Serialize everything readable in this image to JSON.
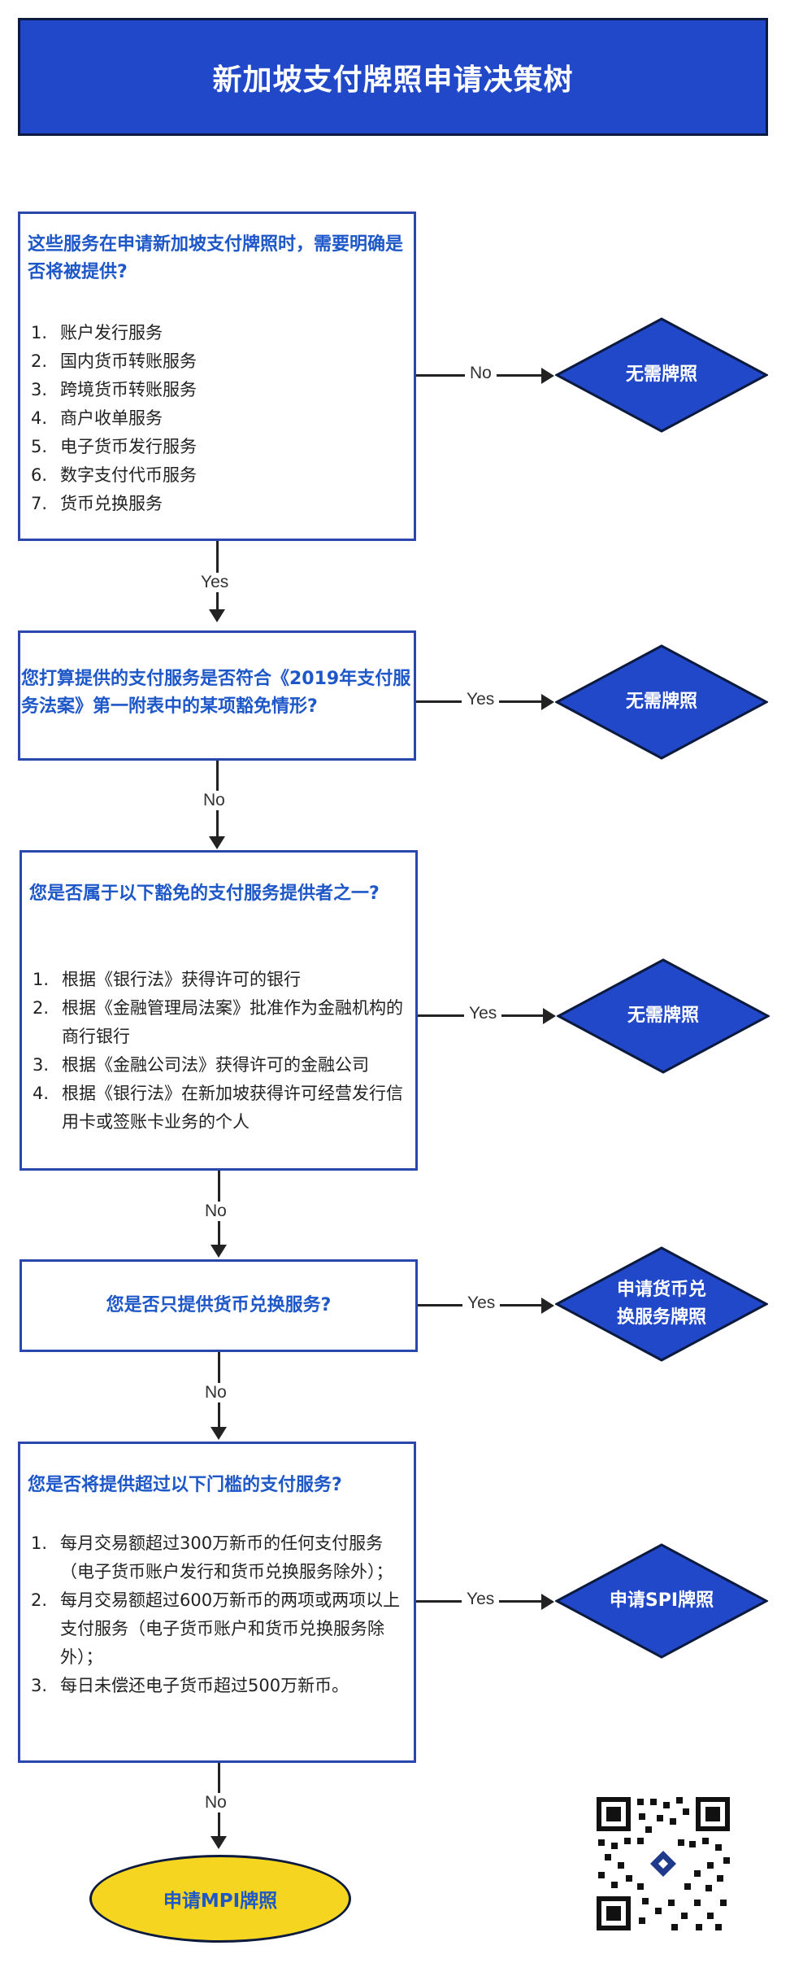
{
  "title": "新加坡支付牌照申请决策树",
  "colors": {
    "primary": "#2148c8",
    "question_text": "#1e57c8",
    "border": "#2a47b0",
    "terminal": "#f5d51f"
  },
  "q1": {
    "title": "这些服务在申请新加坡支付牌照时，需要明确是否将被提供?",
    "items": [
      "账户发行服务",
      "国内货币转账服务",
      "跨境货币转账服务",
      "商户收单服务",
      "电子货币发行服务",
      "数字支付代币服务",
      "货币兑换服务"
    ]
  },
  "q2": {
    "title": "您打算提供的支付服务是否符合《2019年支付服务法案》第一附表中的某项豁免情形?"
  },
  "q3": {
    "title": "您是否属于以下豁免的支付服务提供者之一?",
    "items": [
      "根据《银行法》获得许可的银行",
      "根据《金融管理局法案》批准作为金融机构的商行银行",
      "根据《金融公司法》获得许可的金融公司",
      "根据《银行法》在新加坡获得许可经营发行信用卡或签账卡业务的个人"
    ]
  },
  "q4": {
    "title": "您是否只提供货币兑换服务?"
  },
  "q5": {
    "title": "您是否将提供超过以下门槛的支付服务?",
    "items": [
      "每月交易额超过300万新币的任何支付服务（电子货币账户发行和货币兑换服务除外）；",
      "每月交易额超过600万新币的两项或两项以上支付服务（电子货币账户和货币兑换服务除外）；",
      "每日未偿还电子货币超过500万新币。"
    ]
  },
  "edges": {
    "q1_right": "No",
    "q1_down": "Yes",
    "q2_right": "Yes",
    "q2_down": "No",
    "q3_right": "Yes",
    "q3_down": "No",
    "q4_right": "Yes",
    "q4_down": "No",
    "q5_right": "Yes",
    "q5_down": "No"
  },
  "outcomes": {
    "d1": "无需牌照",
    "d2": "无需牌照",
    "d3": "无需牌照",
    "d4": "申请货币兑换服务牌照",
    "d5": "申请SPI牌照",
    "final": "申请MPI牌照"
  },
  "qr_code": "qr-code-image"
}
